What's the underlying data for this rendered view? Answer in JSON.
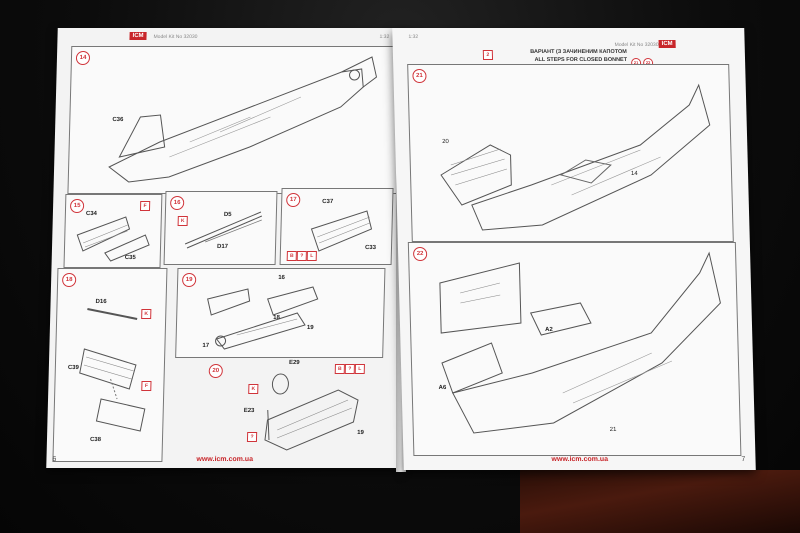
{
  "left_page": {
    "brand": "ICM",
    "header": "Model Kit No 32030",
    "scale": "1:32",
    "page_number": "6",
    "url": "www.icm.com.ua",
    "steps": [
      {
        "number": "14",
        "labels": [
          "C36"
        ]
      },
      {
        "number": "15",
        "labels": [
          "C34",
          "C35"
        ],
        "tags": [
          "F"
        ]
      },
      {
        "number": "16",
        "labels": [
          "D5",
          "D17"
        ],
        "tags": [
          "K"
        ]
      },
      {
        "number": "17",
        "labels": [
          "C37",
          "C33"
        ],
        "tags": [
          "B",
          "?",
          "L"
        ]
      },
      {
        "number": "18",
        "labels": [
          "D16",
          "C39",
          "C38"
        ],
        "tags": [
          "K",
          "F"
        ]
      },
      {
        "number": "19",
        "labels": [
          "16",
          "17",
          "19",
          "18"
        ]
      },
      {
        "number": "20",
        "labels": [
          "E29",
          "E23",
          "19"
        ],
        "tags": [
          "B",
          "?",
          "L",
          "K",
          "?"
        ]
      }
    ]
  },
  "right_page": {
    "brand": "ICM",
    "header": "Model Kit No 32030",
    "scale": "1:32",
    "page_number": "7",
    "url": "www.icm.com.ua",
    "variant_title_ua": "ВАРІАНТ (З ЗАЧИНЕНИМ КАПОТОМ",
    "variant_title_en": "ALL STEPS FOR CLOSED BONNET",
    "variant_code": "2",
    "variant_steps": [
      "21",
      "22"
    ],
    "steps": [
      {
        "number": "21",
        "labels": [
          "20",
          "14"
        ]
      },
      {
        "number": "22",
        "labels": [
          "A2",
          "A6",
          "21"
        ]
      }
    ]
  }
}
